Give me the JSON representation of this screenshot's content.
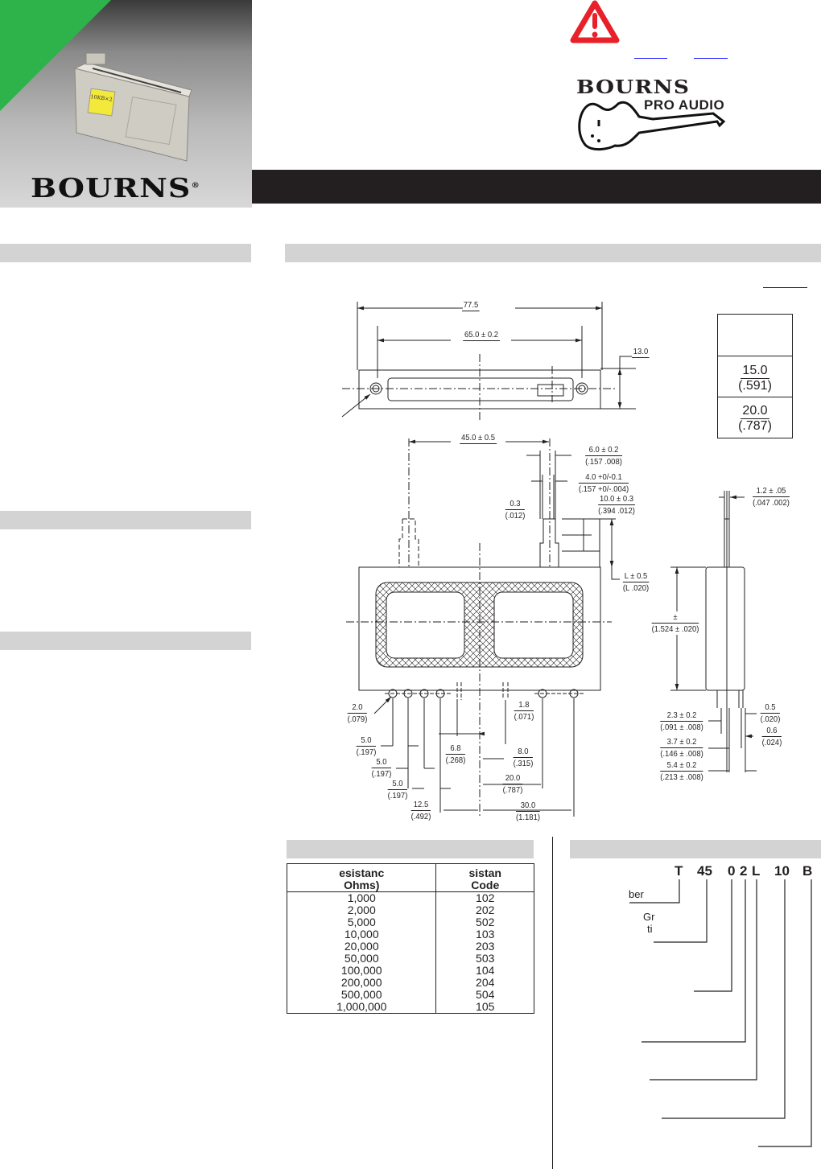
{
  "header": {
    "brand": "BOURNS",
    "registered": "®",
    "pro_audio_logo": "BOURNS PRO AUDIO",
    "product_label": "10KB×2",
    "warning_icon": "warning-triangle-icon",
    "accent_green": "#2db34a",
    "warning_red": "#e8202a",
    "link_color": "#1a1aff"
  },
  "drawing": {
    "d775": "77.5",
    "d650": "65.0 ± 0.2",
    "d130": "13.0",
    "table_rows": [
      {
        "mm": "15.0",
        "in": "(.591)"
      },
      {
        "mm": "20.0",
        "in": "(.787)"
      }
    ],
    "d450": "45.0 ± 0.5",
    "d60": {
      "mm": "6.0 ± 0.2",
      "in": "(.157    .008)"
    },
    "d40": {
      "mm": "4.0 +0/-0.1",
      "in": "(.157 +0/-.004)"
    },
    "d100": {
      "mm": "10.0 ± 0.3",
      "in": "(.394    .012)"
    },
    "d03": {
      "mm": "0.3",
      "in": "(.012)"
    },
    "d12": {
      "mm": "1.2 ± .05",
      "in": "(.047    .002)"
    },
    "dL": {
      "mm": "L ± 0.5",
      "in": "(L    .020)"
    },
    "dH": {
      "mm": "±",
      "in": "(1.524 ± .020)"
    },
    "d20": {
      "mm": "2.0",
      "in": "(.079)"
    },
    "d18": {
      "mm": "1.8",
      "in": "(.071)"
    },
    "d5a": {
      "mm": "5.0",
      "in": "(.197)"
    },
    "d68": {
      "mm": "6.8",
      "in": "(.268)"
    },
    "d80": {
      "mm": "8.0",
      "in": "(.315)"
    },
    "d5b": {
      "mm": "5.0",
      "in": "(.197)"
    },
    "d200": {
      "mm": "20.0",
      "in": "(.787)"
    },
    "d5c": {
      "mm": "5.0",
      "in": "(.197)"
    },
    "d125": {
      "mm": "12.5",
      "in": "(.492)"
    },
    "d300": {
      "mm": "30.0",
      "in": "(1.181)"
    },
    "d23": {
      "mm": "2.3 ± 0.2",
      "in": "(.091 ± .008)"
    },
    "d05": {
      "mm": "0.5",
      "in": "(.020)"
    },
    "d06": {
      "mm": "0.6",
      "in": "(.024)"
    },
    "d37": {
      "mm": "3.7 ± 0.2",
      "in": "(.146 ± .008)"
    },
    "d54": {
      "mm": "5.4 ± 0.2",
      "in": "(.213 ± .008)"
    }
  },
  "resistance_table": {
    "headers": [
      [
        "esistanc",
        "Ohms)"
      ],
      [
        "sistan",
        "Code"
      ]
    ],
    "rows": [
      [
        "1,000",
        "102"
      ],
      [
        "2,000",
        "202"
      ],
      [
        "5,000",
        "502"
      ],
      [
        "10,000",
        "103"
      ],
      [
        "20,000",
        "203"
      ],
      [
        "50,000",
        "503"
      ],
      [
        "100,000",
        "104"
      ],
      [
        "200,000",
        "204"
      ],
      [
        "500,000",
        "504"
      ],
      [
        "1,000,000",
        "105"
      ]
    ]
  },
  "part_number": {
    "segments": [
      "T",
      "45",
      "0",
      "2",
      "L",
      "10",
      "B"
    ],
    "labels": [
      "ber",
      "Gr",
      "ti"
    ]
  }
}
